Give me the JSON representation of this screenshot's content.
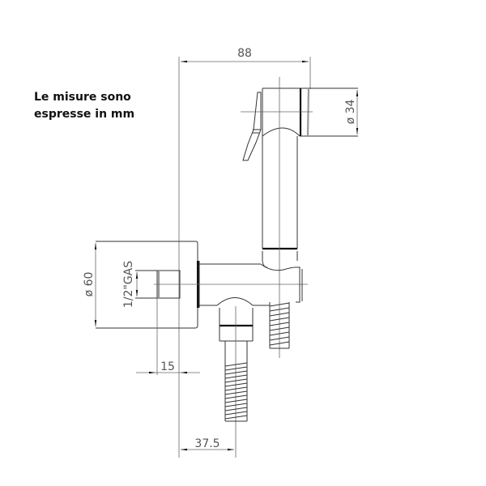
{
  "note": {
    "line1": "Le misure sono",
    "line2": "espresse in mm"
  },
  "dimensions": {
    "overall_width": "88",
    "head_diameter": "ø 34",
    "plate_diameter": "ø 60",
    "thread": "1/2\"GAS",
    "wall_offset": "15",
    "outlet_offset": "37.5"
  }
}
